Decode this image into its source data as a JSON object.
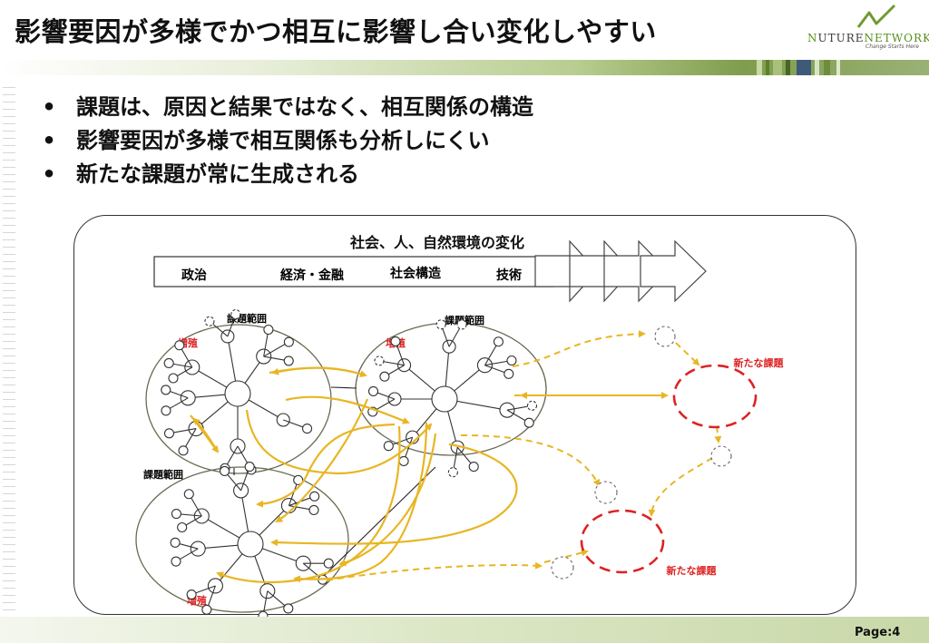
{
  "slide": {
    "title": "影響要因が多様でかつ相互に影響し合い変化しやすい",
    "page": "Page:4",
    "colors": {
      "accent": "#6f9a31",
      "issue_red": "#dd2222",
      "link_gold": "#e8b623"
    }
  },
  "logo": {
    "word_start": "N",
    "word_middle": "UTURE",
    "word_end": "NETWORKS",
    "tagline": "Change Starts Here"
  },
  "bullets": {
    "marker": "•",
    "items": [
      "課題は、原因と結果ではなく、相互関係の構造",
      "影響要因が多様で相互関係も分析しにくい",
      "新たな課題が常に生成される"
    ]
  },
  "diagram": {
    "header": "社会、人、自然環境の変化",
    "factors": [
      "政治",
      "経済・金融",
      "社会構造",
      "技術"
    ],
    "scope_label": "課題範囲",
    "growth_label": "増殖",
    "new_issue_label": "新たな課題"
  }
}
